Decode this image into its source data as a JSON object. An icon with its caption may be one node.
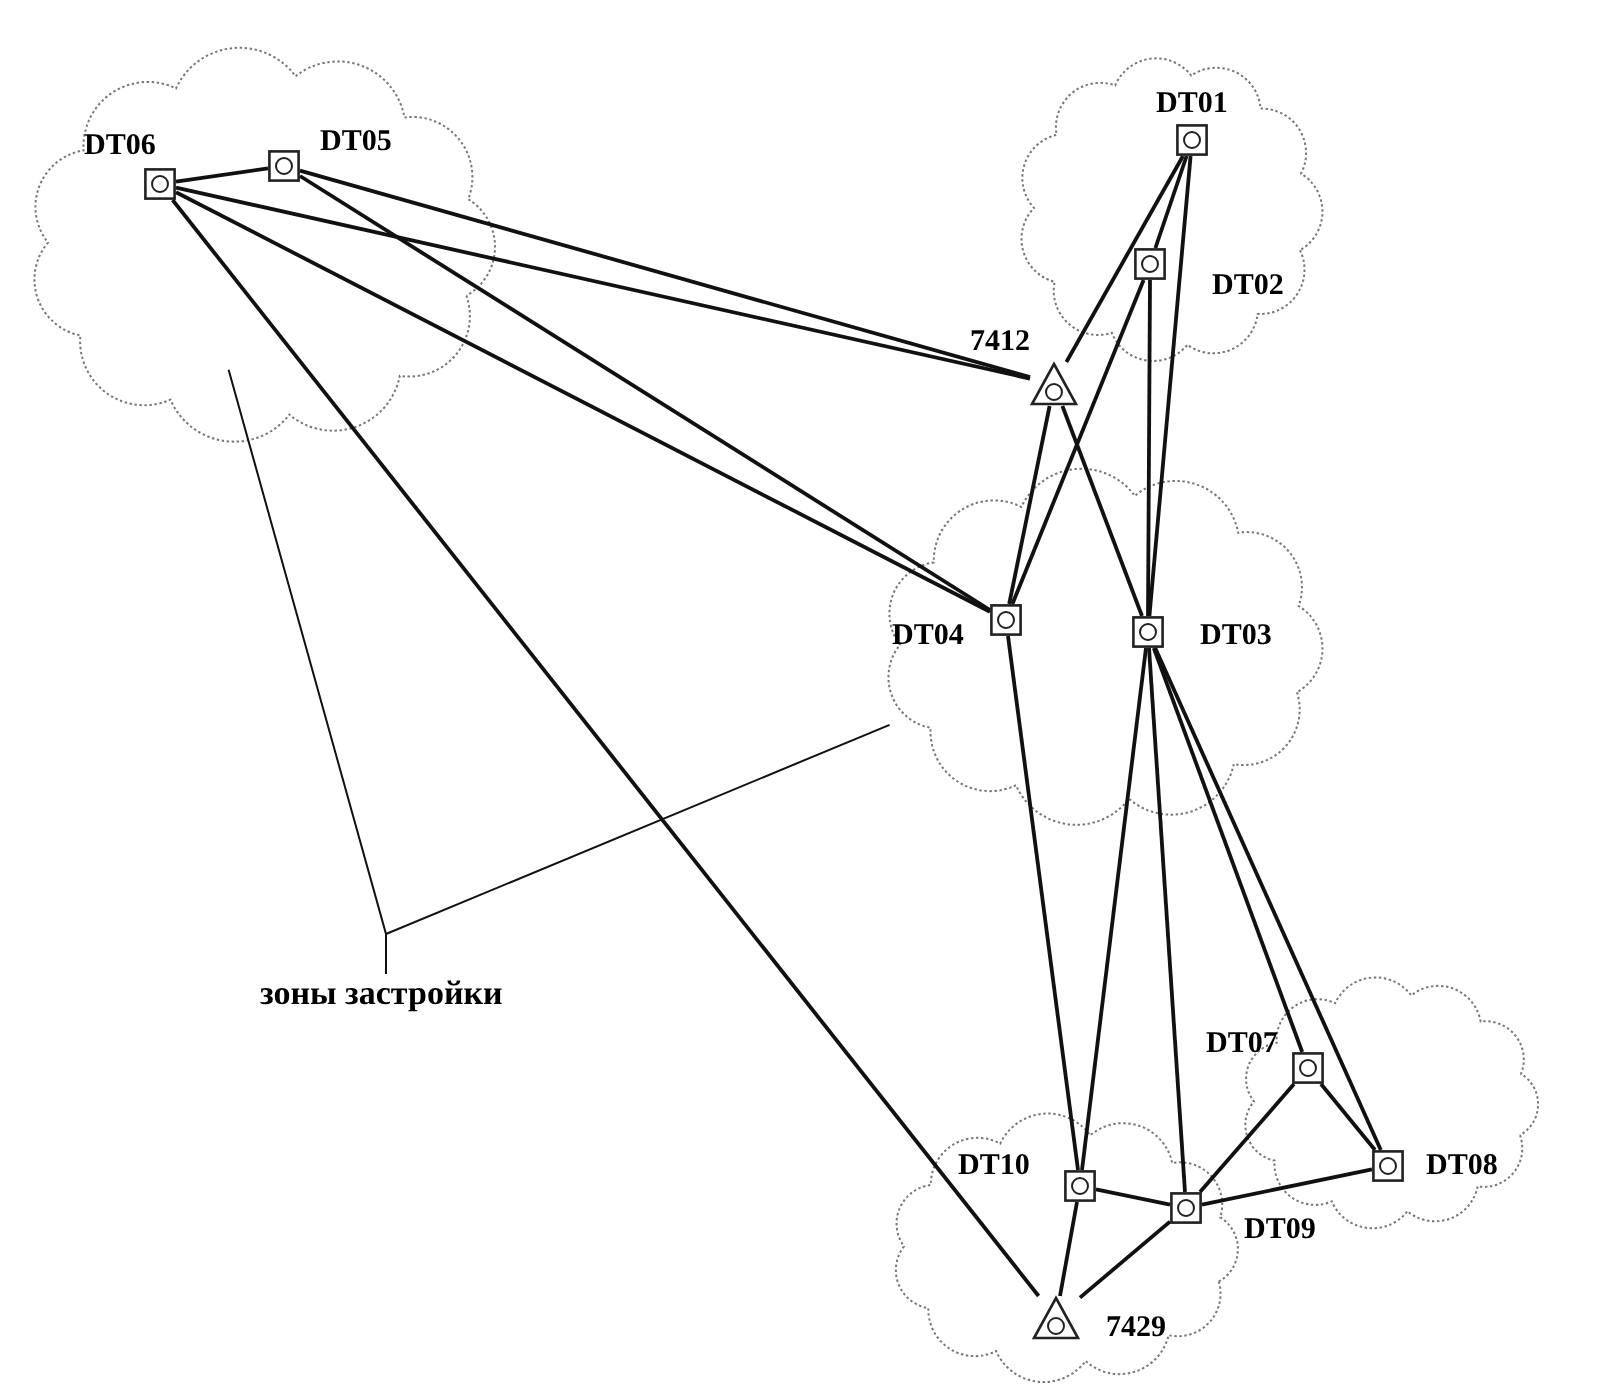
{
  "diagram": {
    "nodes": [
      {
        "text": [],
        "shape": "cloud"
      },
      {
        "text": [
          "DT06"
        ],
        "in": 0
      },
      {
        "text": [
          "DT05"
        ],
        "in": 0
      },
      {
        "text": [],
        "shape": "cloud"
      },
      {
        "text": [
          "DT01"
        ],
        "in": 3
      },
      {
        "text": [
          "DT02"
        ],
        "in": 3
      },
      {
        "text": [
          "7412"
        ]
      },
      {
        "text": [],
        "shape": "cloud"
      },
      {
        "text": [
          "DT04"
        ],
        "in": 7
      },
      {
        "text": [
          "DT03"
        ],
        "in": 7
      },
      {
        "text": [
          "зоны застройки"
        ]
      },
      {
        "text": [],
        "shape": "cloud"
      },
      {
        "text": [
          "DT07"
        ],
        "in": 11
      },
      {
        "text": [
          "DT08"
        ],
        "in": 11
      },
      {
        "text": [],
        "shape": "cloud"
      },
      {
        "text": [
          "DT10"
        ],
        "in": 14
      },
      {
        "text": [
          "DT09"
        ],
        "in": 14
      },
      {
        "text": [
          "7429"
        ],
        "in": 14
      }
    ],
    "edges": [
      {
        "from": 1,
        "to": 2,
        "arrow": "none"
      },
      {
        "from": 2,
        "to": 6,
        "arrow": "none"
      },
      {
        "from": 1,
        "to": 6,
        "arrow": "none"
      },
      {
        "from": 2,
        "to": 8,
        "arrow": "none"
      },
      {
        "from": 1,
        "to": 8,
        "arrow": "none"
      },
      {
        "from": 1,
        "to": 17,
        "arrow": "none"
      },
      {
        "from": 4,
        "to": 6,
        "arrow": "none"
      },
      {
        "from": 4,
        "to": 5,
        "arrow": "none"
      },
      {
        "from": 4,
        "to": 9,
        "arrow": "none"
      },
      {
        "from": 5,
        "to": 8,
        "arrow": "none"
      },
      {
        "from": 5,
        "to": 9,
        "arrow": "none"
      },
      {
        "from": 6,
        "to": 8,
        "arrow": "none"
      },
      {
        "from": 6,
        "to": 9,
        "arrow": "none"
      },
      {
        "from": 8,
        "to": 15,
        "arrow": "none"
      },
      {
        "from": 9,
        "to": 15,
        "arrow": "none"
      },
      {
        "from": 9,
        "to": 16,
        "arrow": "none"
      },
      {
        "from": 9,
        "to": 12,
        "arrow": "none"
      },
      {
        "from": 9,
        "to": 13,
        "arrow": "none"
      },
      {
        "from": 12,
        "to": 16,
        "arrow": "none"
      },
      {
        "from": 12,
        "to": 13,
        "arrow": "none"
      },
      {
        "from": 15,
        "to": 16,
        "arrow": "none"
      },
      {
        "from": 16,
        "to": 13,
        "arrow": "none"
      },
      {
        "from": 15,
        "to": 17,
        "arrow": "none"
      },
      {
        "from": 16,
        "to": 17,
        "arrow": "none"
      },
      {
        "from": 10,
        "to": 0,
        "arrow": "none"
      },
      {
        "from": 10,
        "to": 7,
        "arrow": "none"
      }
    ]
  }
}
